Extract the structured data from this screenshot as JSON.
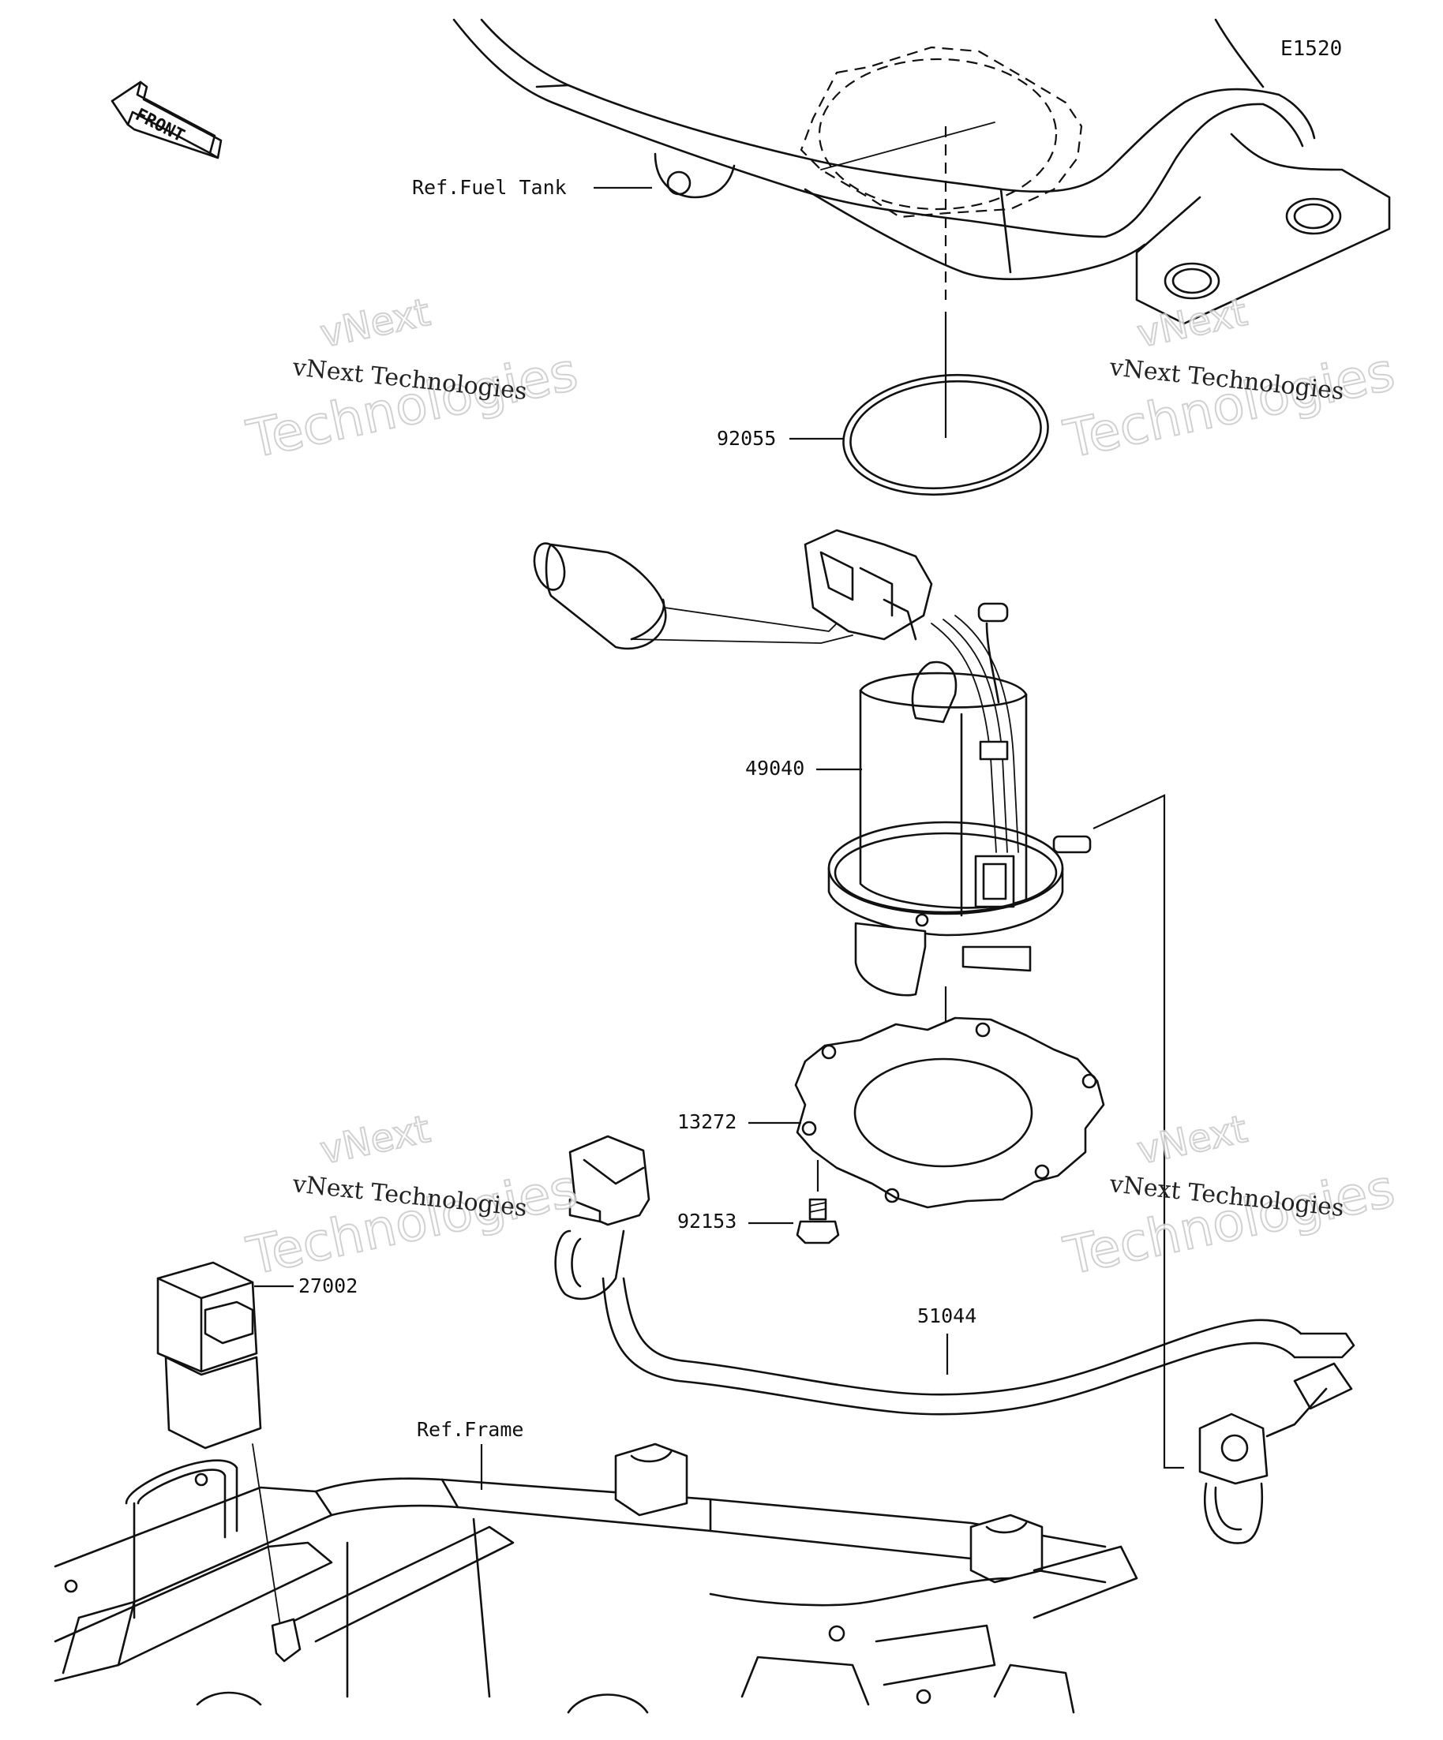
{
  "diagram_code": "E1520",
  "front_label": "FRONT",
  "references": {
    "fuel_tank": "Ref.Fuel Tank",
    "frame": "Ref.Frame"
  },
  "parts": [
    {
      "number": "92055"
    },
    {
      "number": "49040"
    },
    {
      "number": "13272"
    },
    {
      "number": "92153"
    },
    {
      "number": "27002"
    },
    {
      "number": "51044"
    }
  ],
  "watermark": {
    "line1": "vNext",
    "line2": "vNext Technologies",
    "line3": "Technologies"
  }
}
